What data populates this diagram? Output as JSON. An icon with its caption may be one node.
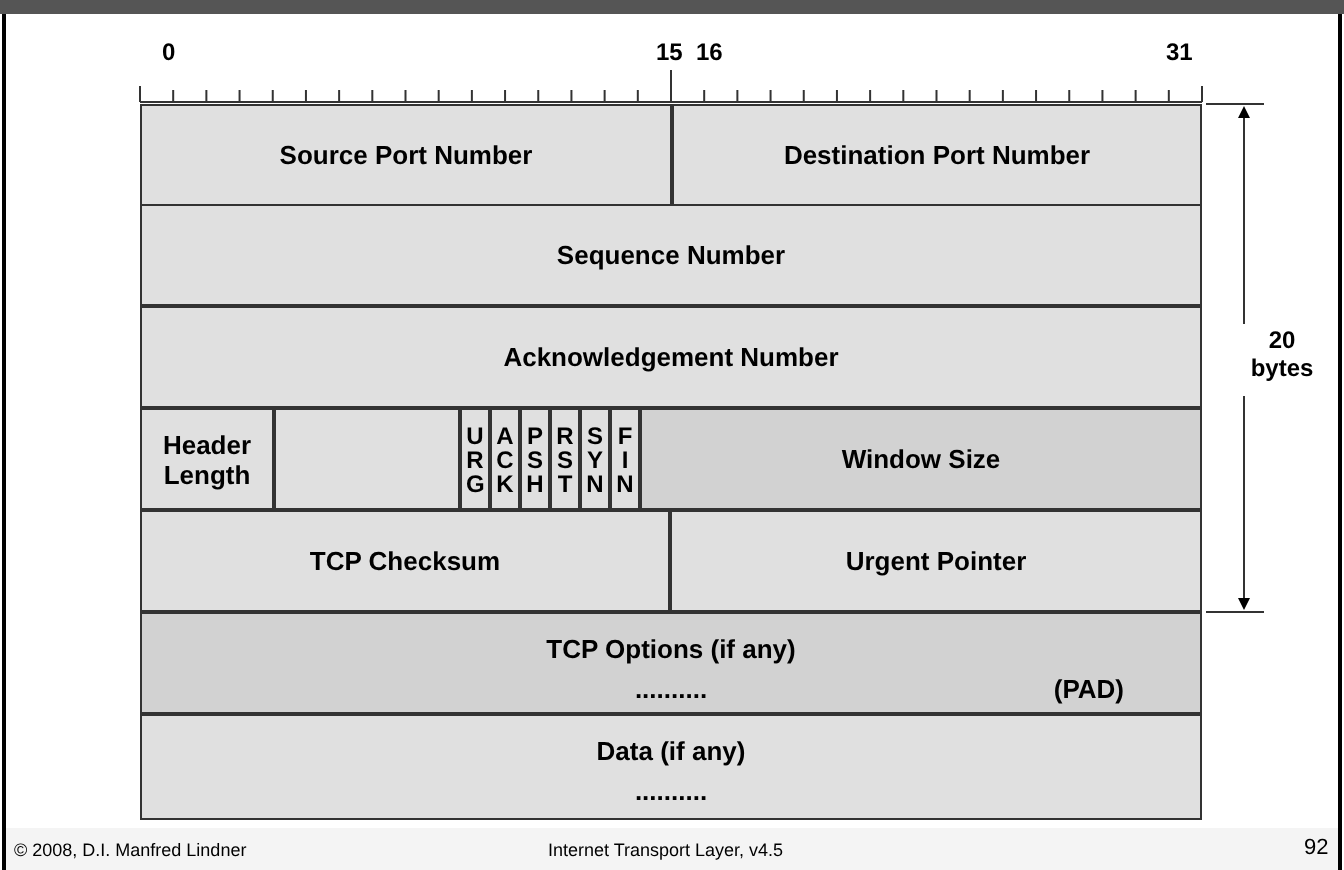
{
  "diagram": {
    "nodes": [
      {
        "text": [
          "Source Port Number"
        ]
      },
      {
        "text": [
          "Destination Port Number"
        ]
      },
      {
        "text": [
          "Sequence Number"
        ]
      },
      {
        "text": [
          "Acknowledgement Number"
        ]
      },
      {
        "text": [
          "Header Length"
        ]
      },
      {
        "text": [],
        "shape": "box"
      },
      {
        "text": [
          "URG"
        ]
      },
      {
        "text": [
          "ACK"
        ]
      },
      {
        "text": [
          "PSH"
        ]
      },
      {
        "text": [
          "RST"
        ]
      },
      {
        "text": [
          "SYN"
        ]
      },
      {
        "text": [
          "FIN"
        ]
      },
      {
        "text": [
          "Window Size"
        ]
      },
      {
        "text": [
          "TCP Checksum"
        ]
      },
      {
        "text": [
          "Urgent Pointer"
        ]
      },
      {
        "text": [
          "TCP Options (if any)",
          "..........",
          "(PAD)"
        ]
      },
      {
        "text": [
          "Data (if any)",
          ".........."
        ]
      }
    ],
    "labels": [
      "0",
      "15",
      "16",
      "31",
      "20 bytes",
      "© 2008, D.I. Manfred Lindner",
      "Internet Transport Layer, v4.5",
      "92"
    ]
  }
}
